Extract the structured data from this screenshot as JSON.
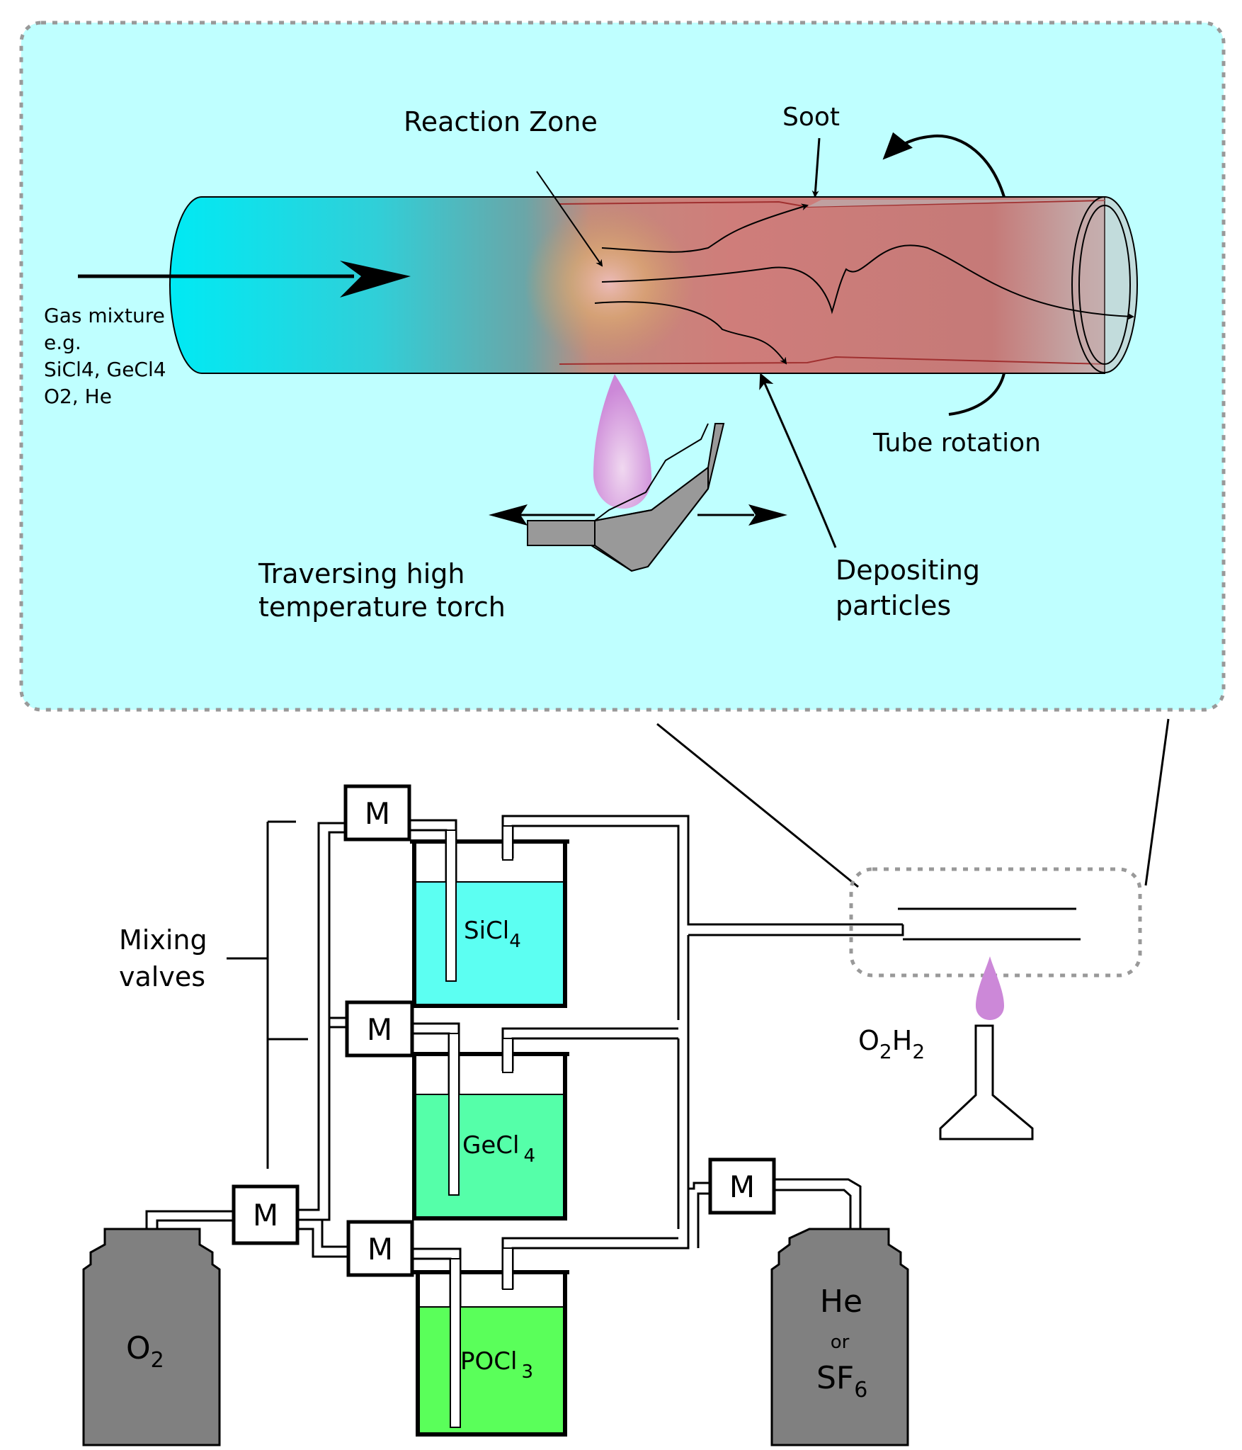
{
  "labels": {
    "reaction_zone": "Reaction Zone",
    "soot": "Soot",
    "gas_mixture": [
      "Gas mixture",
      "e.g.",
      "SiCl4, GeCl4",
      "O2, He"
    ],
    "tube_rotation": "Tube rotation",
    "torch": [
      "Traversing high",
      "temperature torch"
    ],
    "depositing": [
      "Depositing",
      "particles"
    ],
    "mixing_valves": [
      "Mixing",
      "valves"
    ],
    "valve": "M",
    "burner_gas": {
      "o": "O",
      "o_sub": "2",
      "h": "H",
      "h_sub": "2"
    }
  },
  "reagents": [
    {
      "base": "SiCl",
      "sub": "4",
      "color": "#5cfff2"
    },
    {
      "base": "GeCl",
      "sub": "4",
      "color": "#55ffa9"
    },
    {
      "base": "POCl",
      "sub": "3",
      "color": "#5aff5a"
    }
  ],
  "cylinders": {
    "oxygen": {
      "base": "O",
      "sub": "2",
      "color": "#808080"
    },
    "carrier": {
      "line1": "He",
      "or": "or",
      "base": "SF",
      "sub": "6",
      "color": "#808080"
    }
  },
  "colors": {
    "zoom_panel": "#bfffff",
    "tube_cold": "#00e9f2",
    "tube_hot": "#c77a7a",
    "flame": "#d8a0e0",
    "torch_body": "#999999"
  }
}
